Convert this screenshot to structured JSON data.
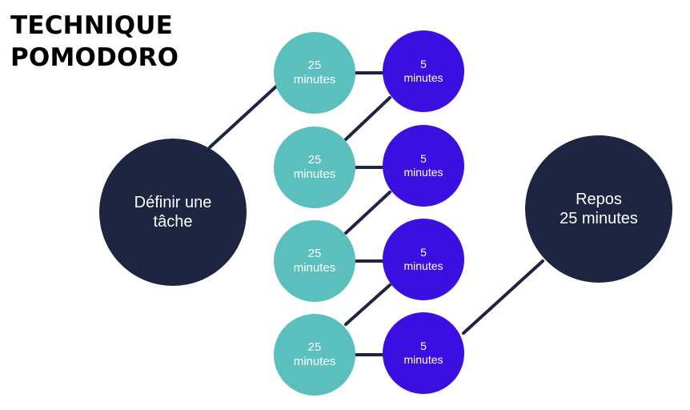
{
  "title": {
    "line1": "TECHNIQUE",
    "line2": "POMODORO"
  },
  "nodes": {
    "task": {
      "line1": "Définir une",
      "line2": "tâche"
    },
    "work": [
      {
        "value": "25",
        "unit": "minutes"
      },
      {
        "value": "25",
        "unit": "minutes"
      },
      {
        "value": "25",
        "unit": "minutes"
      },
      {
        "value": "25",
        "unit": "minutes"
      }
    ],
    "break": [
      {
        "value": "5",
        "unit": "minutes"
      },
      {
        "value": "5",
        "unit": "minutes"
      },
      {
        "value": "5",
        "unit": "minutes"
      },
      {
        "value": "5",
        "unit": "minutes"
      }
    ],
    "rest": {
      "line1": "Repos",
      "line2": "25 minutes"
    }
  },
  "colors": {
    "task": "#1d2541",
    "work": "#5bbfbd",
    "break": "#3b0fe0",
    "connector": "#1d2541"
  }
}
